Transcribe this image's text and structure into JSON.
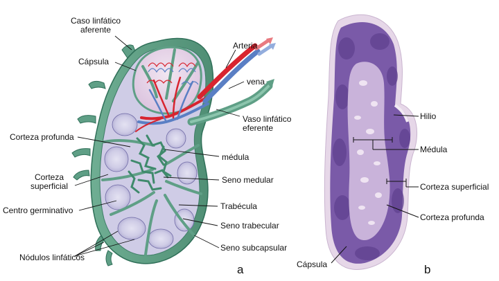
{
  "panel_a": {
    "letter": "a",
    "labels": {
      "afferent_vessel": "Caso linfático\naferente",
      "capsule": "Cápsula",
      "artery": "Arteria",
      "vein": "vena",
      "efferent_vessel": "Vaso linfático\neferente",
      "deep_cortex": "Corteza profunda",
      "medulla": "médula",
      "superficial_cortex": "Corteza\nsuperficial",
      "medullary_sinus": "Seno medular",
      "germinal_center": "Centro germinativo",
      "trabecula": "Trabécula",
      "trabecular_sinus": "Seno trabecular",
      "lymphatic_nodules": "Nódulos linfáticos",
      "subcapsular_sinus": "Seno subcapsular"
    }
  },
  "panel_b": {
    "letter": "b",
    "labels": {
      "hilum": "Hilio",
      "medulla": "Médula",
      "superficial_cortex": "Corteza superficial",
      "deep_cortex": "Corteza profunda",
      "capsule": "Cápsula"
    }
  },
  "colors": {
    "capsule_green": "#5f9f86",
    "capsule_dark": "#2f6f58",
    "cortex_lavender": "#c9c6e2",
    "artery_red": "#d8242f",
    "vein_blue": "#5a7fc4",
    "stain_purple": "#7a5aa8",
    "stain_pink": "#e7d8ea"
  }
}
